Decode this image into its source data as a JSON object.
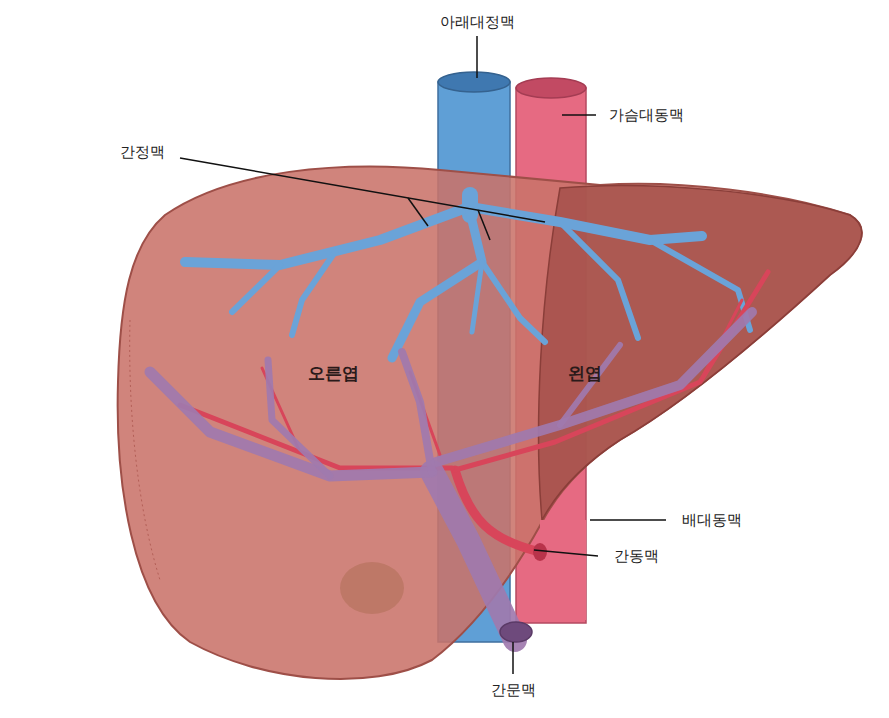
{
  "diagram": {
    "labels": [
      "아래대정맥",
      "가슴대동맥",
      "간정맥",
      "오른엽",
      "왼엽",
      "배대동맥",
      "간동맥",
      "간문맥"
    ]
  }
}
